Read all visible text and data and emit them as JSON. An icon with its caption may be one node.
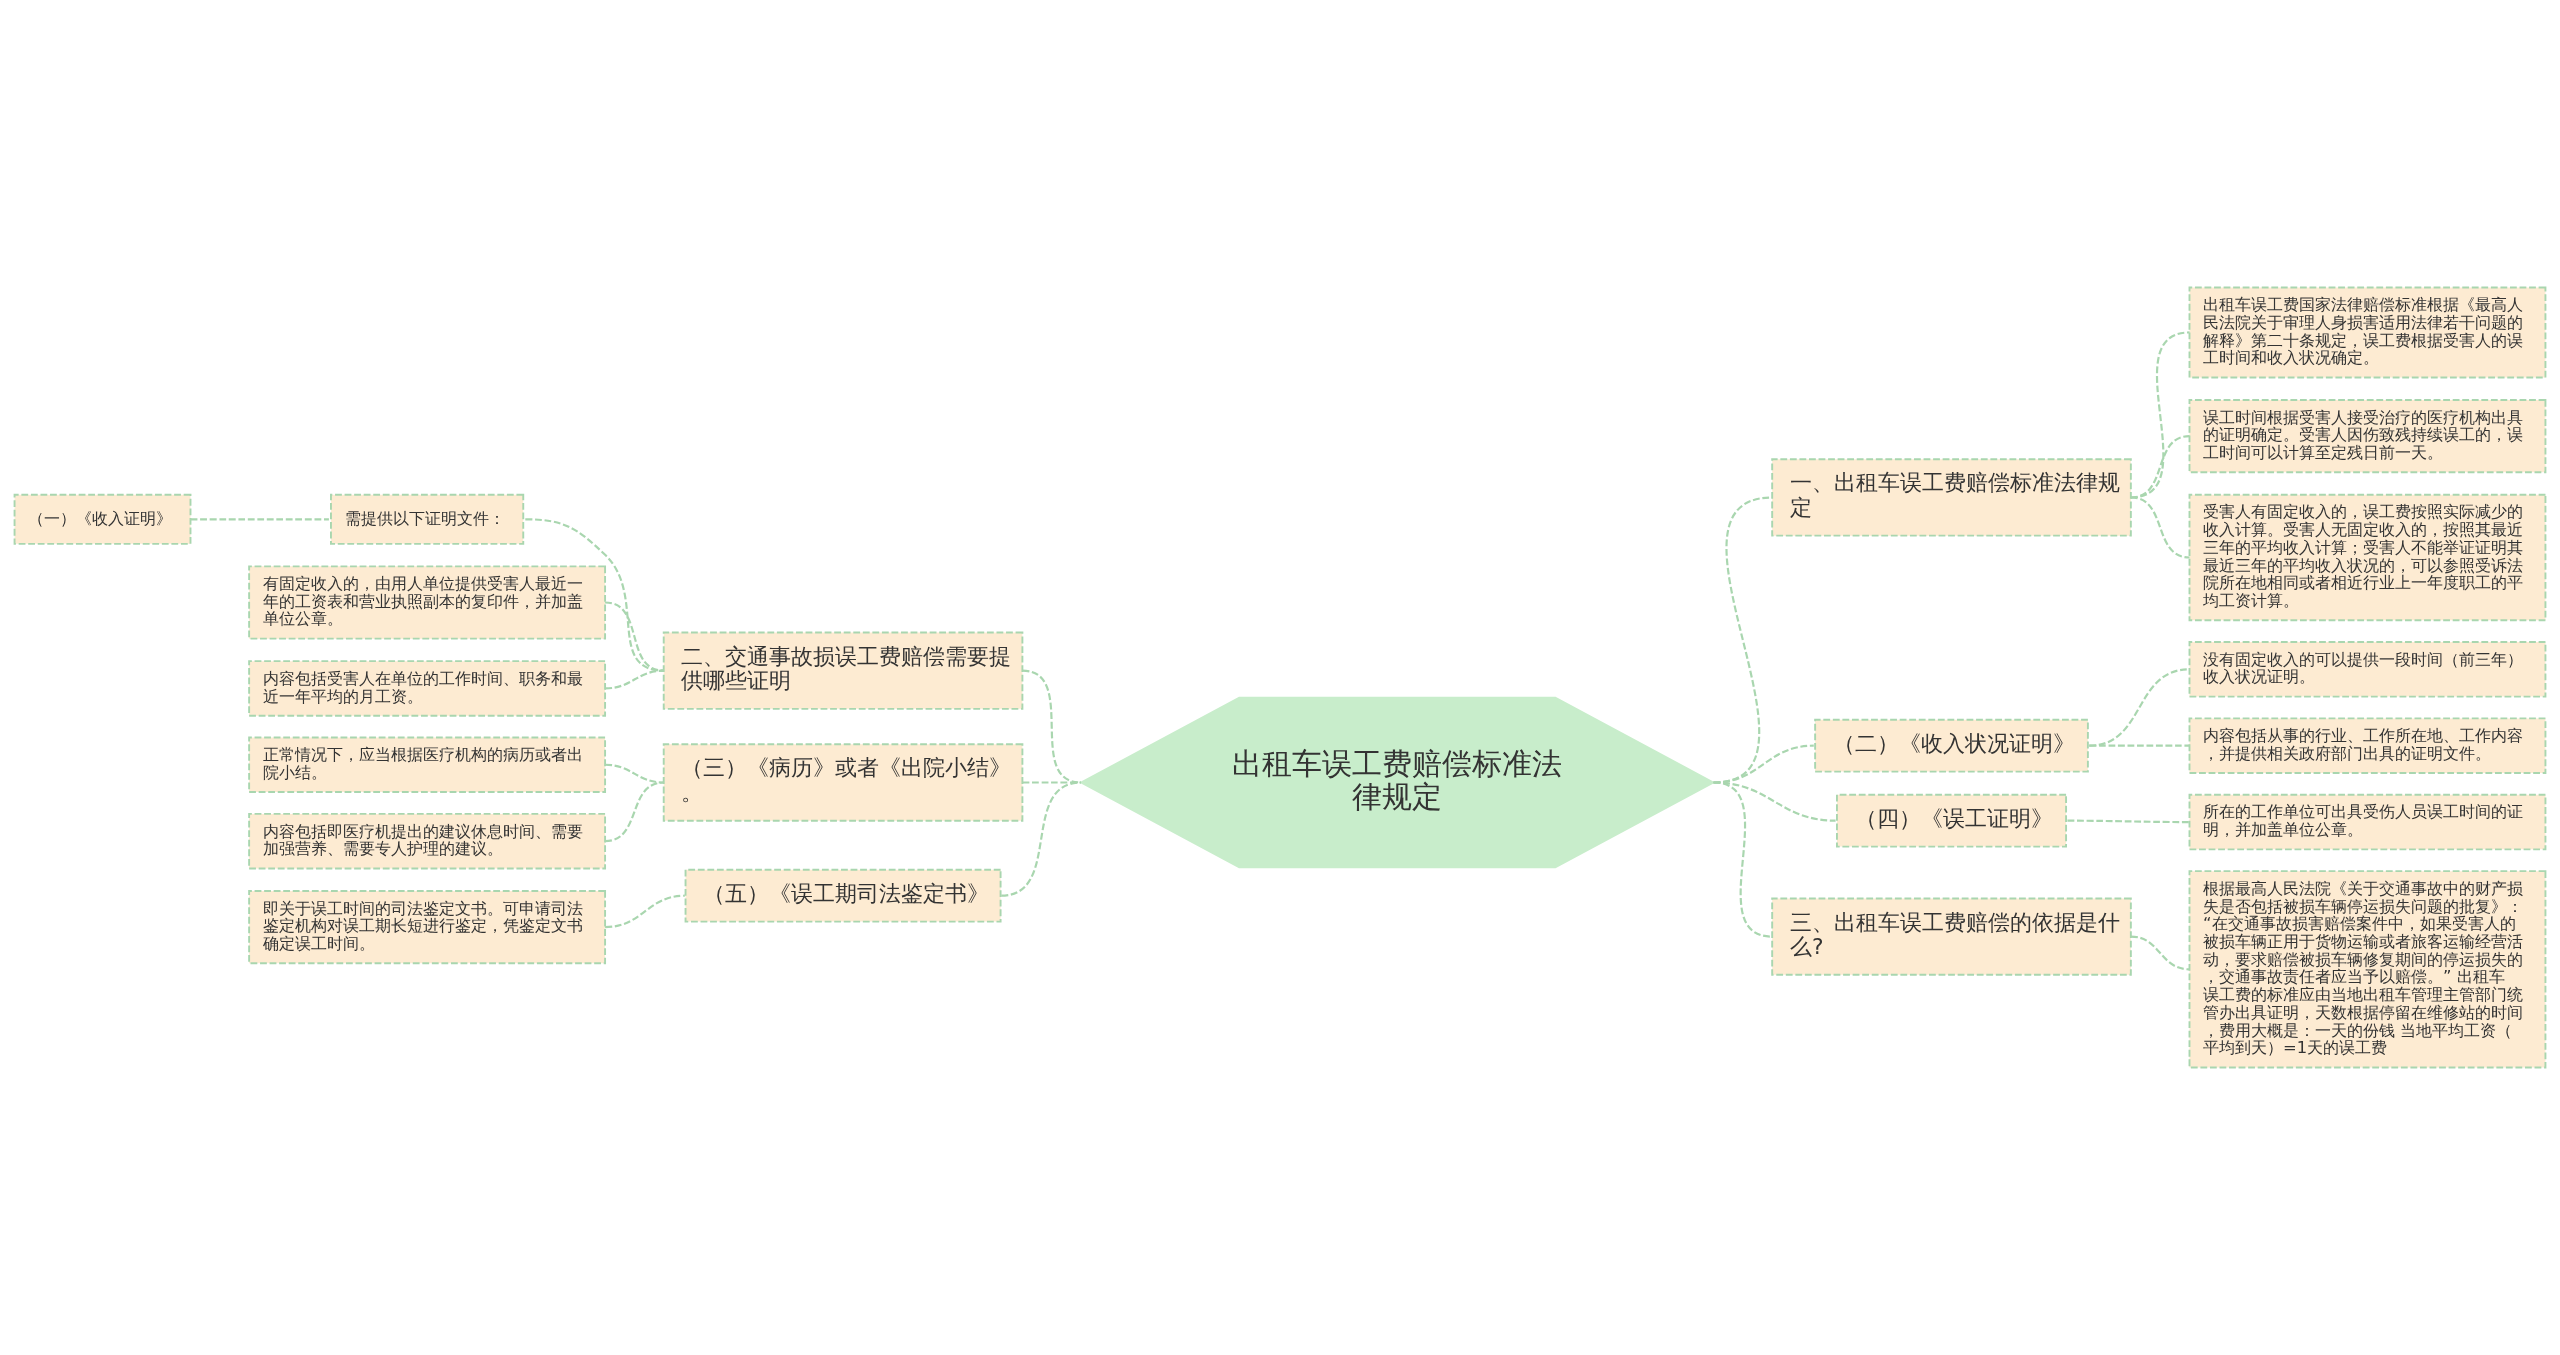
{
  "diagram": {
    "nodes": [
      {
        "text": [
          "出租车误工费赔偿标准法律规定"
        ]
      },
      {
        "text": [
          "一、出租车误工费赔偿标准法律规定"
        ]
      },
      {
        "text": [
          "出租车误工费国家法律赔偿标准根据《最高人民法院关于审理人身损害适用法律若干问题的解释》第二十条规定，误工费根据受害人的误工时间和收入状况确定。"
        ]
      },
      {
        "text": [
          "误工时间根据受害人接受治疗的医疗机构出具的证明确定。受害人因伤致残持续误工的，误工时间可以计算至定残日前一天。"
        ]
      },
      {
        "text": [
          "受害人有固定收入的，误工费按照实际减少的收入计算。受害人无固定收入的，按照其最近三年的平均收入计算；受害人不能举证证明其最近三年的平均收入状况的，可以参照受诉法院所在地相同或者相近行业上一年度职工的平均工资计算。"
        ]
      },
      {
        "text": [
          "（二）《收入状况证明》"
        ]
      },
      {
        "text": [
          "没有固定收入的可以提供一段时间（前三年）收入状况证明。"
        ]
      },
      {
        "text": [
          "内容包括从事的行业、工作所在地、工作内容，并提供相关政府部门出具的证明文件。"
        ]
      },
      {
        "text": [
          "（四）《误工证明》"
        ]
      },
      {
        "text": [
          "所在的工作单位可出具受伤人员误工时间的证明，并加盖单位公章。"
        ]
      },
      {
        "text": [
          "三、出租车误工费赔偿的依据是什么?"
        ]
      },
      {
        "text": [
          "根据最高人民法院《关于交通事故中的财产损失是否包括被损车辆停运损失问题的批复》：“在交通事故损害赔偿案件中，如果受害人的被损车辆正用于货物运输或者旅客运输经营活动，要求赔偿被损车辆修复期间的停运损失的，交通事故责任者应当予以赔偿。” 出租车误工费的标准应由当地出租车管理主管部门统管办出具证明，天数根据停留在维修站的时间，费用大概是：一天的份钱 当地平均工资（平均到天）=1天的误工费"
        ]
      },
      {
        "text": [
          "二、交通事故损误工费赔偿需要提供哪些证明"
        ]
      },
      {
        "text": [
          "需提供以下证明文件："
        ]
      },
      {
        "text": [
          "（一）《收入证明》"
        ]
      },
      {
        "text": [
          "有固定收入的，由用人单位提供受害人最近一年的工资表和营业执照副本的复印件，并加盖单位公章。"
        ]
      },
      {
        "text": [
          "内容包括受害人在单位的工作时间、职务和最近一年平均的月工资。"
        ]
      },
      {
        "text": [
          "（三）《病历》或者《出院小结》。"
        ]
      },
      {
        "text": [
          "正常情况下，应当根据医疗机构的病历或者出院小结。"
        ]
      },
      {
        "text": [
          "内容包括即医疗机提出的建议休息时间、需要加强营养、需要专人护理的建议。"
        ]
      },
      {
        "text": [
          "（五）《误工期司法鉴定书》"
        ]
      },
      {
        "text": [
          "即关于误工时间的司法鉴定文书。可申请司法鉴定机构对误工期长短进行鉴定，凭鉴定文书确定误工时间。"
        ]
      }
    ],
    "edges": [
      {
        "from": 0,
        "to": 1,
        "arrow": "none",
        "style": "dashed"
      },
      {
        "from": 1,
        "to": 2,
        "arrow": "none",
        "style": "dashed"
      },
      {
        "from": 1,
        "to": 3,
        "arrow": "none",
        "style": "dashed"
      },
      {
        "from": 1,
        "to": 4,
        "arrow": "none",
        "style": "dashed"
      },
      {
        "from": 0,
        "to": 5,
        "arrow": "none",
        "style": "dashed"
      },
      {
        "from": 5,
        "to": 6,
        "arrow": "none",
        "style": "dashed"
      },
      {
        "from": 5,
        "to": 7,
        "arrow": "none",
        "style": "dashed"
      },
      {
        "from": 0,
        "to": 8,
        "arrow": "none",
        "style": "dashed"
      },
      {
        "from": 8,
        "to": 9,
        "arrow": "none",
        "style": "dashed"
      },
      {
        "from": 0,
        "to": 10,
        "arrow": "none",
        "style": "dashed"
      },
      {
        "from": 10,
        "to": 11,
        "arrow": "none",
        "style": "dashed"
      },
      {
        "from": 12,
        "to": 0,
        "arrow": "none",
        "style": "dashed"
      },
      {
        "from": 13,
        "to": 12,
        "arrow": "none",
        "style": "dashed"
      },
      {
        "from": 14,
        "to": 13,
        "arrow": "none",
        "style": "dashed"
      },
      {
        "from": 15,
        "to": 12,
        "arrow": "none",
        "style": "dashed"
      },
      {
        "from": 16,
        "to": 12,
        "arrow": "none",
        "style": "dashed"
      },
      {
        "from": 17,
        "to": 0,
        "arrow": "none",
        "style": "dashed"
      },
      {
        "from": 18,
        "to": 17,
        "arrow": "none",
        "style": "dashed"
      },
      {
        "from": 19,
        "to": 17,
        "arrow": "none",
        "style": "dashed"
      },
      {
        "from": 20,
        "to": 0,
        "arrow": "none",
        "style": "dashed"
      },
      {
        "from": 21,
        "to": 20,
        "arrow": "none",
        "style": "dashed"
      }
    ]
  }
}
